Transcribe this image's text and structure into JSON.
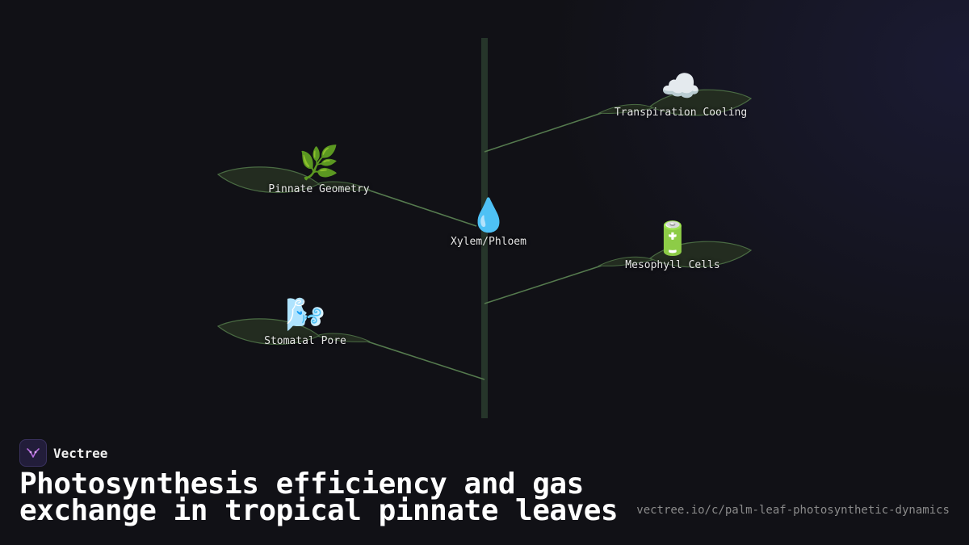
{
  "diagram": {
    "nodes": [
      {
        "id": "transpiration",
        "label": "Transpiration Cooling",
        "icon": "cloud-icon",
        "glyph": "☁️"
      },
      {
        "id": "pinnate",
        "label": "Pinnate Geometry",
        "icon": "fern-icon",
        "glyph": "🌿"
      },
      {
        "id": "xylem",
        "label": "Xylem/Phloem",
        "icon": "droplet-icon",
        "glyph": "💧"
      },
      {
        "id": "mesophyll",
        "label": "Mesophyll Cells",
        "icon": "battery-icon",
        "glyph": "🔋"
      },
      {
        "id": "stomatal",
        "label": "Stomatal Pore",
        "icon": "wind-icon",
        "glyph": "🌬️"
      }
    ]
  },
  "footer": {
    "brand": "Vectree",
    "title": "Photosynthesis efficiency and gas exchange in tropical pinnate leaves",
    "url": "vectree.io/c/palm-leaf-photosynthetic-dynamics"
  },
  "colors": {
    "background": "#111116",
    "stem": "#26352a",
    "petiole": "#557a4e",
    "leaf_fill": "#232c20",
    "leaf_stroke": "#4a6b43",
    "logo_accent": "#b46bdc"
  }
}
